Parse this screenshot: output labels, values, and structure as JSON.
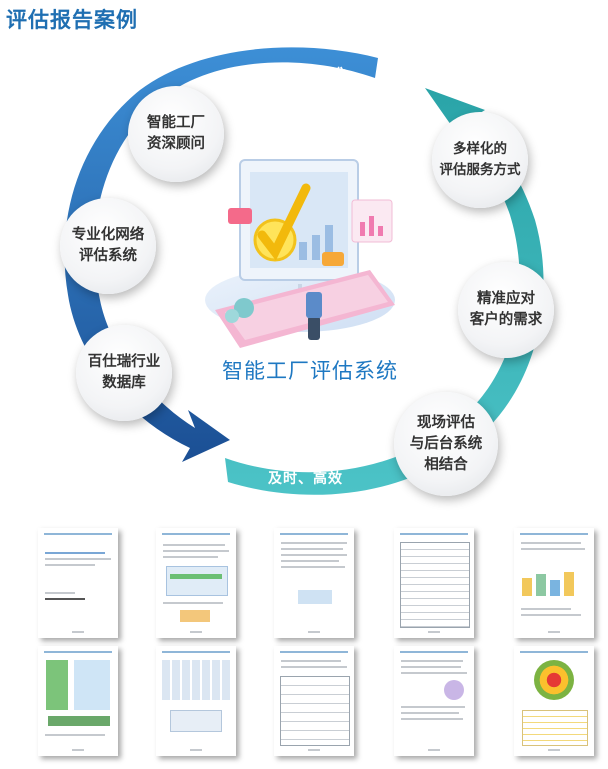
{
  "title": "评估报告案例",
  "diagram": {
    "center_label": "智能工厂评估系统",
    "arrows": {
      "top": "专业、标准",
      "bottom": "及时、高效"
    },
    "nodes": [
      {
        "id": "consultant",
        "label": "智能工厂\n资深顾问"
      },
      {
        "id": "network",
        "label": "专业化网络\n评估系统"
      },
      {
        "id": "database",
        "label": "百仕瑞行业\n数据库"
      },
      {
        "id": "diverse",
        "label": "多样化的\n评估服务方式"
      },
      {
        "id": "precise",
        "label": "精准应对\n客户的需求"
      },
      {
        "id": "onsite",
        "label": "现场评估\n与后台系统\n相结合"
      }
    ],
    "colors": {
      "blue_dark": "#1b4f94",
      "blue_light": "#3d8fd6",
      "teal_dark": "#1a9a9e",
      "teal_light": "#4cc3c7"
    }
  },
  "report_pages": [
    {
      "id": "cover"
    },
    {
      "id": "toc"
    },
    {
      "id": "text-diagram"
    },
    {
      "id": "table"
    },
    {
      "id": "bar-chart"
    },
    {
      "id": "flow-diagram"
    },
    {
      "id": "matrix"
    },
    {
      "id": "text-table"
    },
    {
      "id": "text-figure"
    },
    {
      "id": "radar-chart"
    }
  ]
}
